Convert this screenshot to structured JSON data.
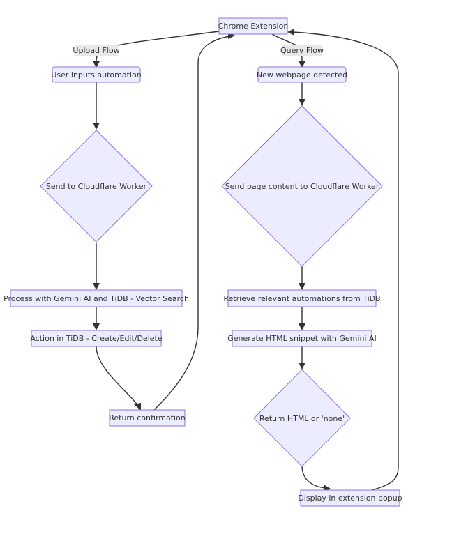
{
  "nodes": {
    "chrome_extension": "Chrome Extension",
    "user_inputs": "User inputs automation",
    "send_cloudflare": "Send to Cloudflare Worker",
    "process_gemini": "Process with Gemini AI and TiDB - Vector Search",
    "action_tidb": "Action in TiDB - Create/Edit/Delete",
    "return_confirmation": "Return confirmation",
    "new_webpage": "New webpage detected",
    "send_page_content": "Send page content to Cloudflare Worker",
    "retrieve_automations": "Retrieve relevant automations from TiDB",
    "generate_html": "Generate HTML snippet with Gemini AI",
    "return_html": "Return HTML or 'none'",
    "display_popup": "Display in extension popup"
  },
  "edge_labels": {
    "upload_flow": "Upload Flow",
    "query_flow": "Query Flow"
  },
  "colors": {
    "node_fill": "#ececff",
    "node_stroke": "#9370db",
    "edge": "#333333",
    "label_bg": "#e8e8e8"
  }
}
